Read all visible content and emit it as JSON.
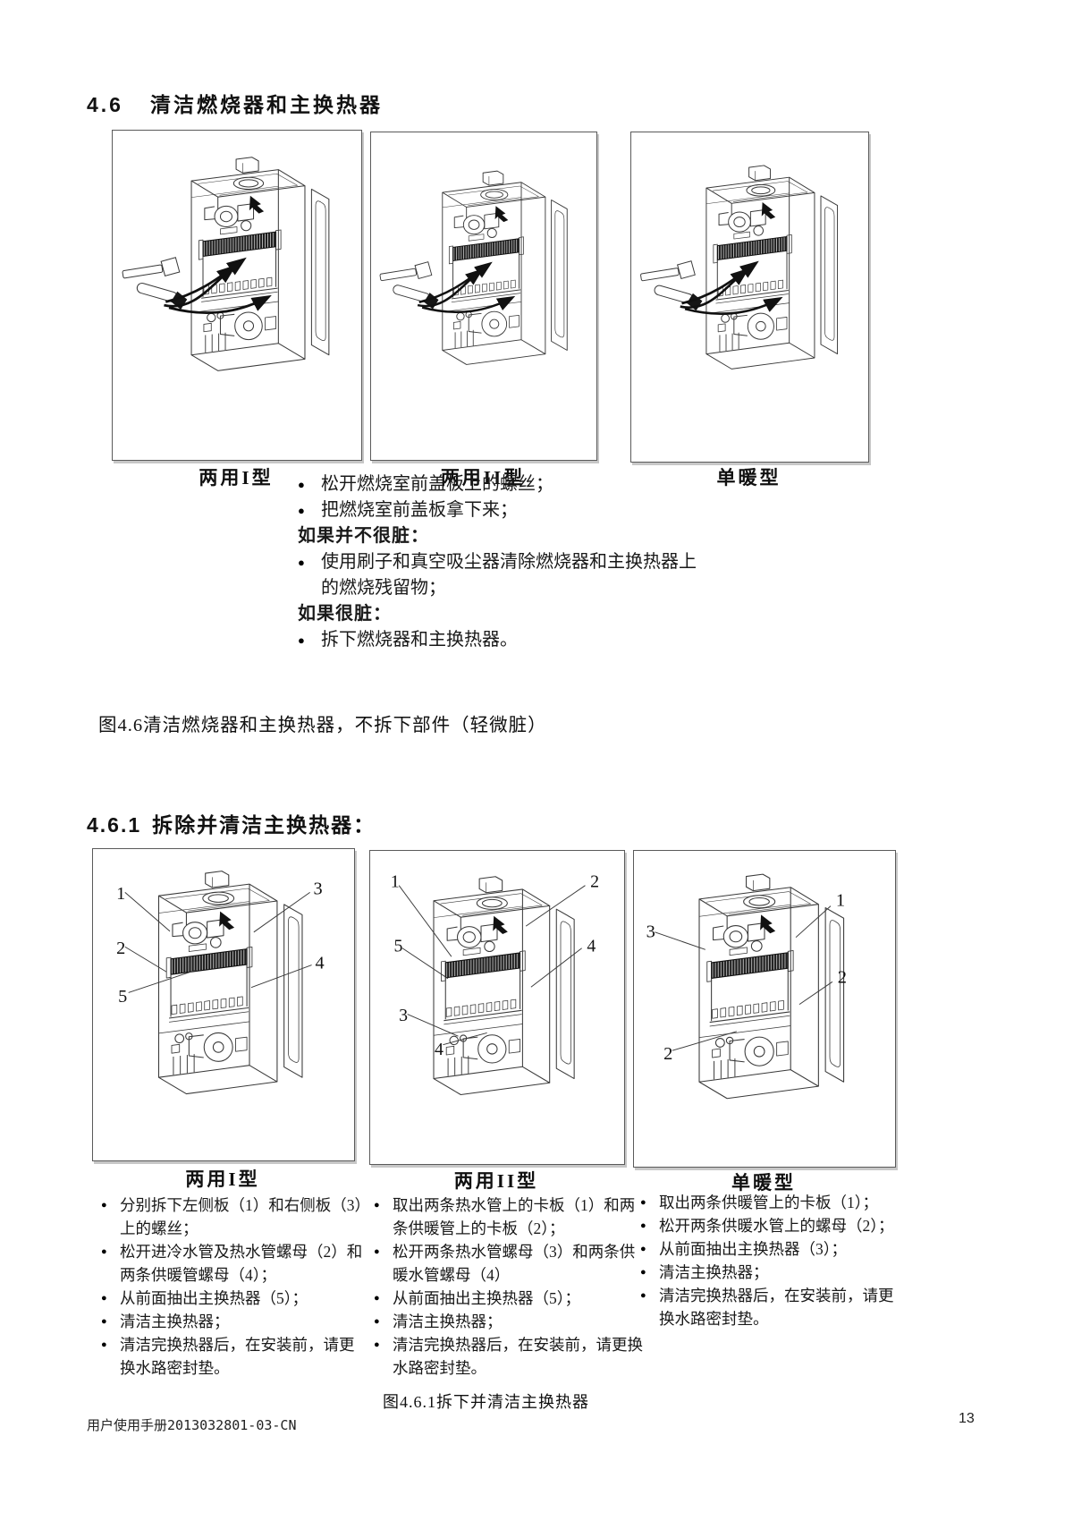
{
  "page": {
    "bullet": "●",
    "footer_left": "用户使用手册2013032801-03-CN",
    "page_number": "13"
  },
  "section_4_6": {
    "number": "4.6",
    "title": "清洁燃烧器和主换热器",
    "figure_labels": [
      "两用I型",
      "两用II型",
      "单暖型"
    ],
    "steps": [
      {
        "text": "松开燃烧室前盖板上的螺丝；"
      },
      {
        "text": "把燃烧室前盖板拿下来；"
      },
      {
        "text": "如果并不很脏："
      },
      {
        "text": "使用刷子和真空吸尘器清除燃烧器和主换热器上的燃烧残留物；"
      },
      {
        "text": "如果很脏："
      },
      {
        "text": "拆下燃烧器和主换热器。"
      }
    ],
    "caption": "图4.6清洁燃烧器和主换热器，不拆下部件（轻微脏）"
  },
  "section_4_6_1": {
    "number": "4.6.1",
    "title": "拆除并清洁主换热器：",
    "figures": [
      {
        "label": "两用I型",
        "callouts": [
          "1",
          "2",
          "5",
          "3",
          "4"
        ],
        "steps": [
          "分别拆下左侧板（1）和右侧板（3）上的螺丝；",
          "松开进冷水管及热水管螺母（2）和两条供暖管螺母（4）；",
          "从前面抽出主换热器（5）；",
          "清洁主换热器；",
          "清洁完换热器后，在安装前，请更换水路密封垫。"
        ]
      },
      {
        "label": "两用II型",
        "callouts": [
          "1",
          "5",
          "3",
          "4",
          "2",
          "4"
        ],
        "steps": [
          "取出两条热水管上的卡板（1）和两条供暖管上的卡板（2）；",
          "松开两条热水管螺母（3）和两条供暖水管螺母（4）",
          "从前面抽出主换热器（5）；",
          "清洁主换热器；",
          "清洁完换热器后，在安装前，请更换水路密封垫。"
        ],
        "caption": "图4.6.1拆下并清洁主换热器"
      },
      {
        "label": "单暖型",
        "callouts": [
          "3",
          "2",
          "1",
          "2"
        ],
        "steps": [
          "取出两条供暖管上的卡板（1）；",
          "松开两条供暖水管上的螺母（2）；",
          "从前面抽出主换热器（3）；",
          "清洁主换热器；",
          "清洁完换热器后，在安装前，请更换水路密封垫。"
        ]
      }
    ]
  }
}
